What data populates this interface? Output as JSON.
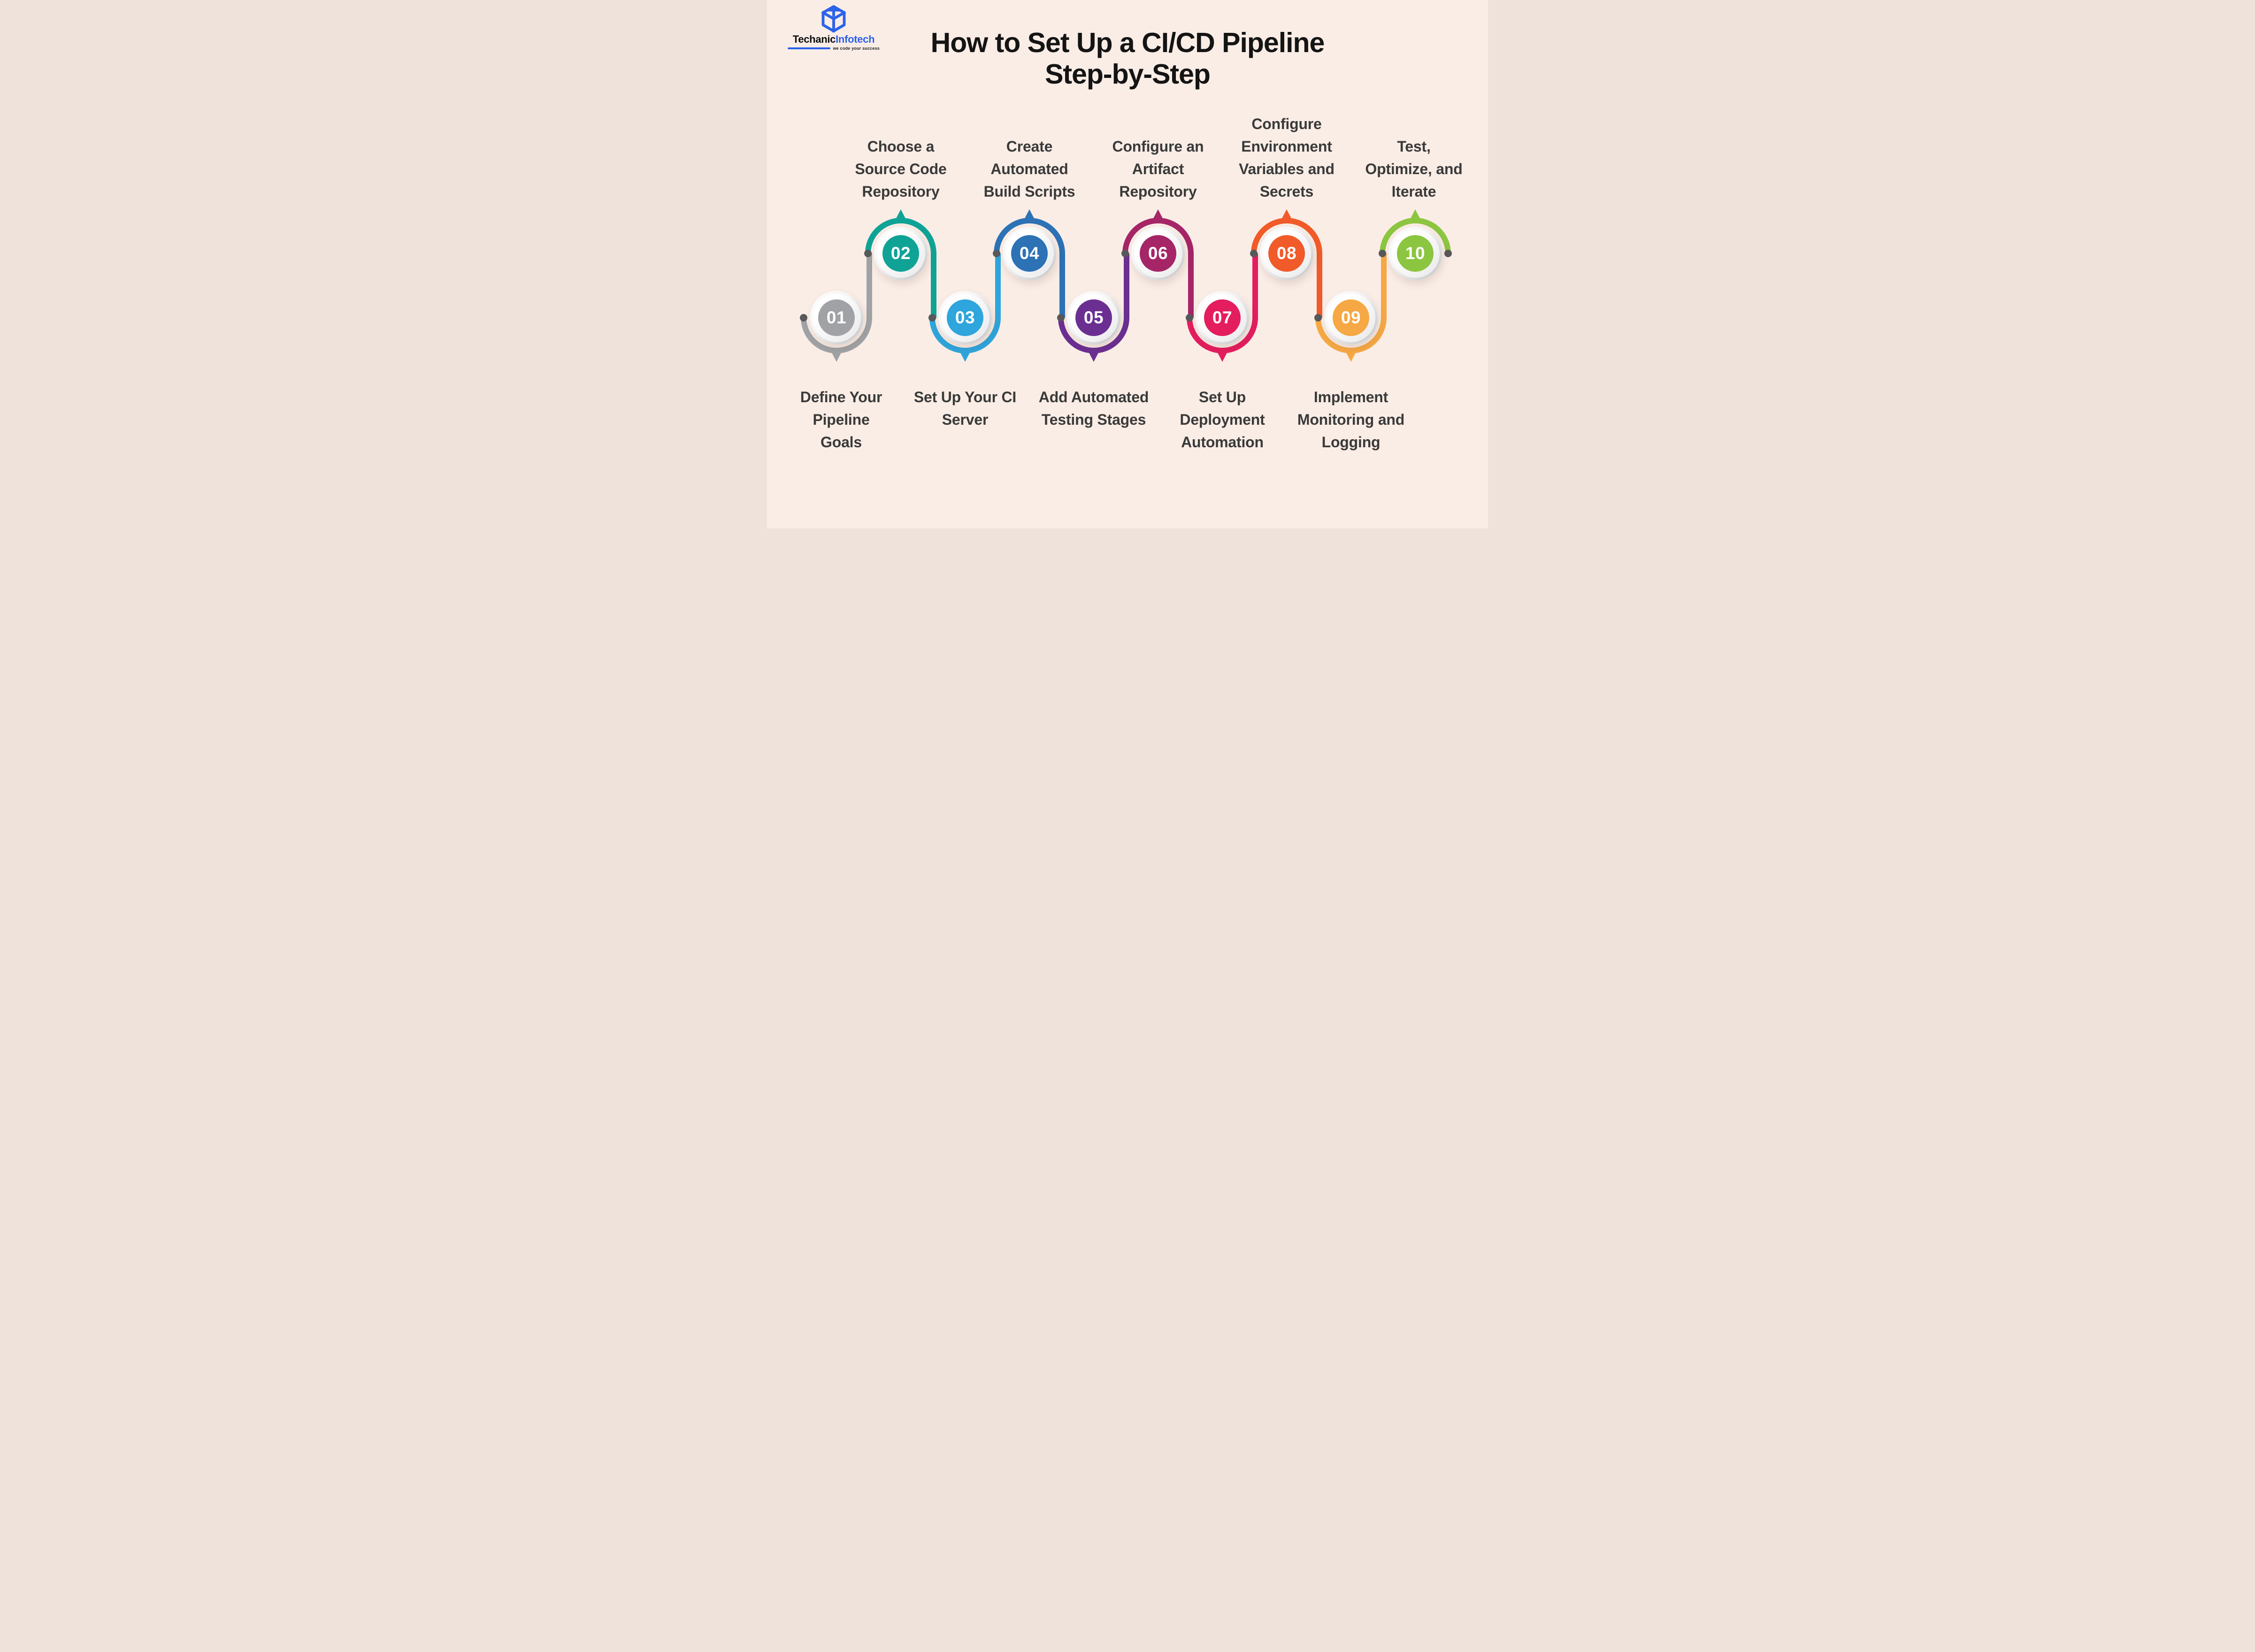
{
  "page": {
    "background": "#FAEDE6"
  },
  "logo": {
    "brand_primary": "Techanic",
    "brand_secondary": "Infotech",
    "tagline": "we code your success",
    "accent": "#2B62E9",
    "icon": "isometric-cube-logo"
  },
  "title": {
    "line1": "How to Set Up a CI/CD Pipeline",
    "line2": "Step-by-Step",
    "color": "#141414"
  },
  "pipeline": {
    "dot_color": "#57585A",
    "label_color": "#3A3A3A",
    "ring_gradient": [
      "#FFFFFF",
      "#C2C3C5"
    ],
    "steps": [
      {
        "number": "01",
        "label": "Define Your\nPipeline\nGoals",
        "accent": "#A0A2A5",
        "row": "bottom"
      },
      {
        "number": "02",
        "label": "Choose a\nSource Code\nRepository",
        "accent": "#0FA396",
        "row": "top"
      },
      {
        "number": "03",
        "label": "Set Up Your CI\nServer",
        "accent": "#2EA5DC",
        "row": "bottom"
      },
      {
        "number": "04",
        "label": "Create\nAutomated\nBuild Scripts",
        "accent": "#2C72B5",
        "row": "top"
      },
      {
        "number": "05",
        "label": "Add Automated\nTesting Stages",
        "accent": "#6B2F92",
        "row": "bottom"
      },
      {
        "number": "06",
        "label": "Configure an\nArtifact\nRepository",
        "accent": "#A52567",
        "row": "top"
      },
      {
        "number": "07",
        "label": "Set Up\nDeployment\nAutomation",
        "accent": "#E41D5E",
        "row": "bottom"
      },
      {
        "number": "08",
        "label": "Configure\nEnvironment\nVariables and\nSecrets",
        "accent": "#F15A29",
        "row": "top"
      },
      {
        "number": "09",
        "label": "Implement\nMonitoring and\nLogging",
        "accent": "#F5A843",
        "row": "bottom"
      },
      {
        "number": "10",
        "label": "Test,\nOptimize, and\nIterate",
        "accent": "#8CC540",
        "row": "top"
      }
    ]
  }
}
